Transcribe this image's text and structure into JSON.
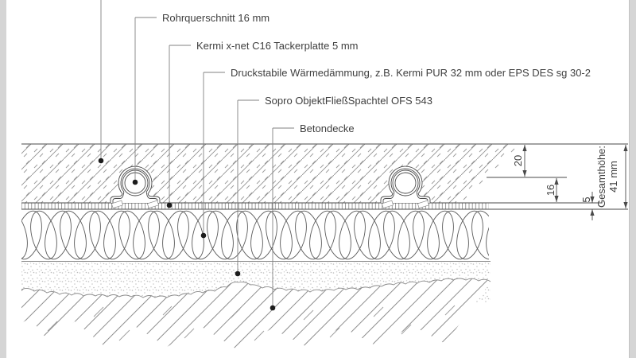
{
  "drawing": {
    "type": "floor-heating-construction-section",
    "labels": [
      {
        "text": "Rohrquerschnitt 16 mm"
      },
      {
        "text": "Kermi x-net C16 Tackerplatte 5 mm"
      },
      {
        "text": "Druckstabile Wärmedämmung, z.B. Kermi PUR 32 mm oder EPS DES sg 30-2"
      },
      {
        "text": "Sopro ObjektFließSpachtel OFS 543"
      },
      {
        "text": "Betondecke"
      }
    ],
    "dimensions": {
      "screed_above_pipe": "20",
      "pipe_zone": "16",
      "tacker_plate": "5",
      "total_label": "Gesamthöhe:",
      "total_value": "41 mm"
    },
    "colors": {
      "line": "#4a4a4a",
      "hatch": "#909090",
      "leader": "#828282",
      "text": "#3f3f3f",
      "page_edge": "#d5d5d5",
      "background": "#ffffff"
    }
  }
}
